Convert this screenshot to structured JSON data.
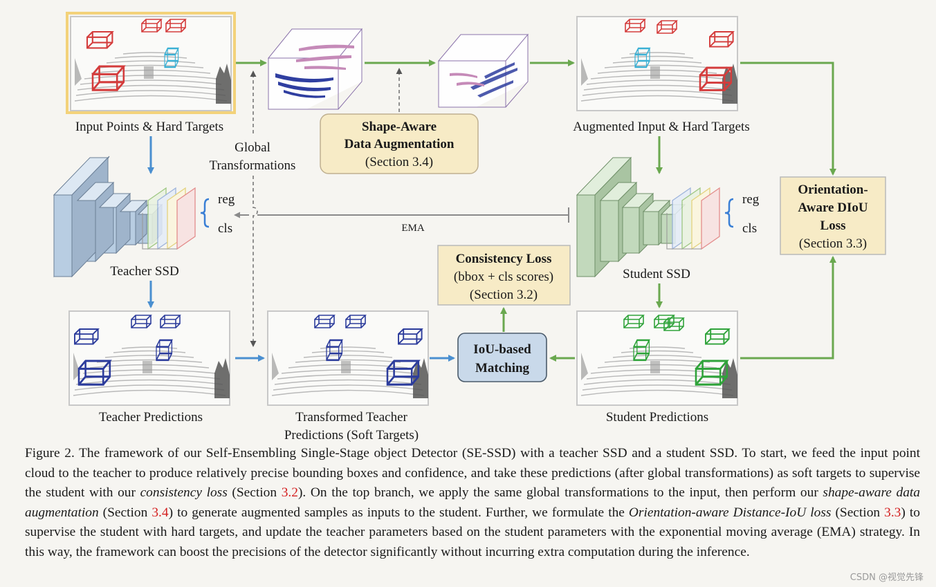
{
  "figure": {
    "labels": {
      "input_points": "Input Points & Hard Targets",
      "global_transformations_line1": "Global",
      "global_transformations_line2": "Transformations",
      "shape_aware_line1": "Shape-Aware",
      "shape_aware_line2": "Data Augmentation",
      "shape_aware_section": "(Section 3.4)",
      "augmented_input": "Augmented Input & Hard Targets",
      "orientation_line1": "Orientation-",
      "orientation_line2": "Aware DIoU",
      "orientation_line3": "Loss",
      "orientation_section": "(Section 3.3)",
      "teacher_ssd": "Teacher SSD",
      "student_ssd": "Student SSD",
      "reg": "reg",
      "cls": "cls",
      "ema": "EMA",
      "consistency_line1": "Consistency Loss",
      "consistency_line2": "(bbox + cls scores)",
      "consistency_section": "(Section 3.2)",
      "iou_line1": "IoU-based",
      "iou_line2": "Matching",
      "teacher_predictions": "Teacher Predictions",
      "transformed_line1": "Transformed Teacher",
      "transformed_line2": "Predictions (Soft Targets)",
      "student_predictions": "Student Predictions"
    },
    "colors": {
      "green_arrow": "#6aa84f",
      "blue_arrow": "#4a8fd0",
      "yellow_box": "#f7ebc6",
      "blue_box": "#c9d9ea",
      "teacher_net": "#c9dcee",
      "student_net": "#d3e6cf",
      "hard_target_box": "#d43c3c",
      "teacher_pred_box": "#2c3c9c",
      "student_pred_box": "#2fa33a"
    }
  },
  "caption": {
    "p1": "Figure 2.  The framework of our Self-Ensembling Single-Stage object Detector (SE-SSD) with a teacher SSD and a student SSD. To start, we feed the input point cloud to the teacher to produce relatively precise bounding boxes and confidence, and take these predictions (after global transformations) as soft targets to supervise the student with our ",
    "em1": "consistency loss",
    "p2": " (Section ",
    "ref1": "3.2",
    "p3": ").  On the top branch, we apply the same global transformations to the input, then perform our ",
    "em2": "shape-aware data augmentation",
    "p4": " (Section ",
    "ref2": "3.4",
    "p5": ") to generate augmented samples as inputs to the student. Further, we formulate the ",
    "em3": "Orientation-aware Distance-IoU loss",
    "p6": " (Section ",
    "ref3": "3.3",
    "p7": ") to supervise the student with hard targets, and update the teacher parameters based on the student parameters with the exponential moving average (EMA) strategy. In this way, the framework can boost the precisions of the detector significantly without incurring extra computation during the inference."
  },
  "watermark": "CSDN @视觉先锋"
}
